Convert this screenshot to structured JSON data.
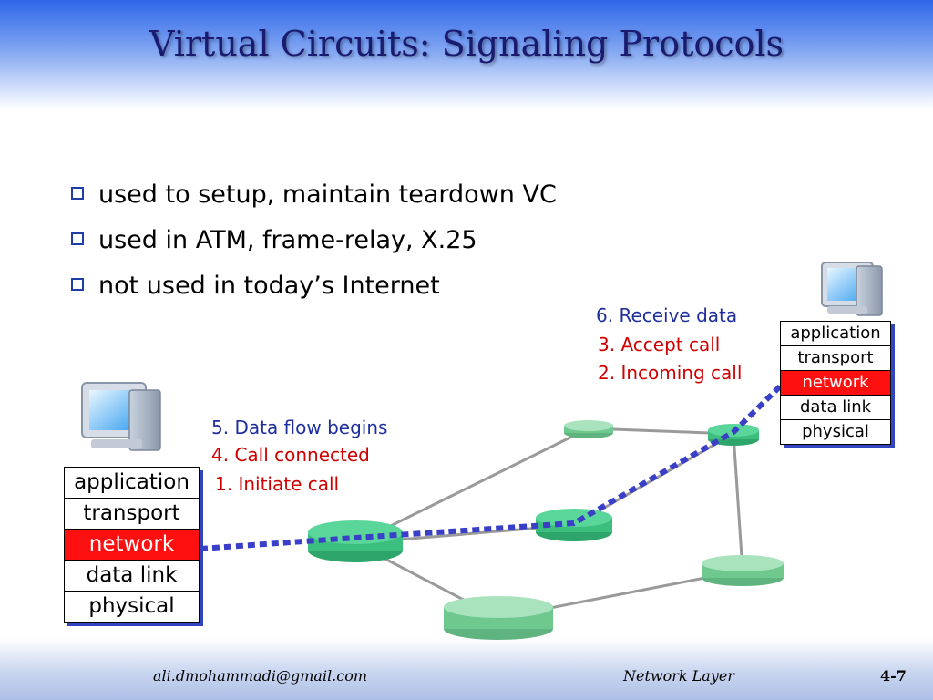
{
  "slide": {
    "title": "Virtual Circuits: Signaling Protocols",
    "bullets": [
      "used to setup, maintain  teardown VC",
      "used in ATM, frame-relay, X.25",
      "not used in today’s Internet"
    ]
  },
  "labels": {
    "receive_data": "6. Receive data",
    "accept_call": "3. Accept call",
    "incoming_call": "2. Incoming call",
    "data_flow_begins": "5. Data flow begins",
    "call_connected": "4. Call connected",
    "initiate_call": "1. Initiate call"
  },
  "left_stack": {
    "layers": [
      "application",
      "transport",
      "network",
      "data link",
      "physical"
    ]
  },
  "right_stack": {
    "layers": [
      "application",
      "transport",
      "network",
      "data link",
      "physical"
    ]
  },
  "footer": {
    "email": "ali.dmohammadi@gmail.com",
    "section": "Network Layer",
    "page": "4-7"
  },
  "colors": {
    "title": "#1a1a6e",
    "red_label": "#d00000",
    "blue_label": "#1f2f9e",
    "network_layer": "#ff1010",
    "router": "#6fc98f",
    "vc_path": "#3a3fc8"
  }
}
